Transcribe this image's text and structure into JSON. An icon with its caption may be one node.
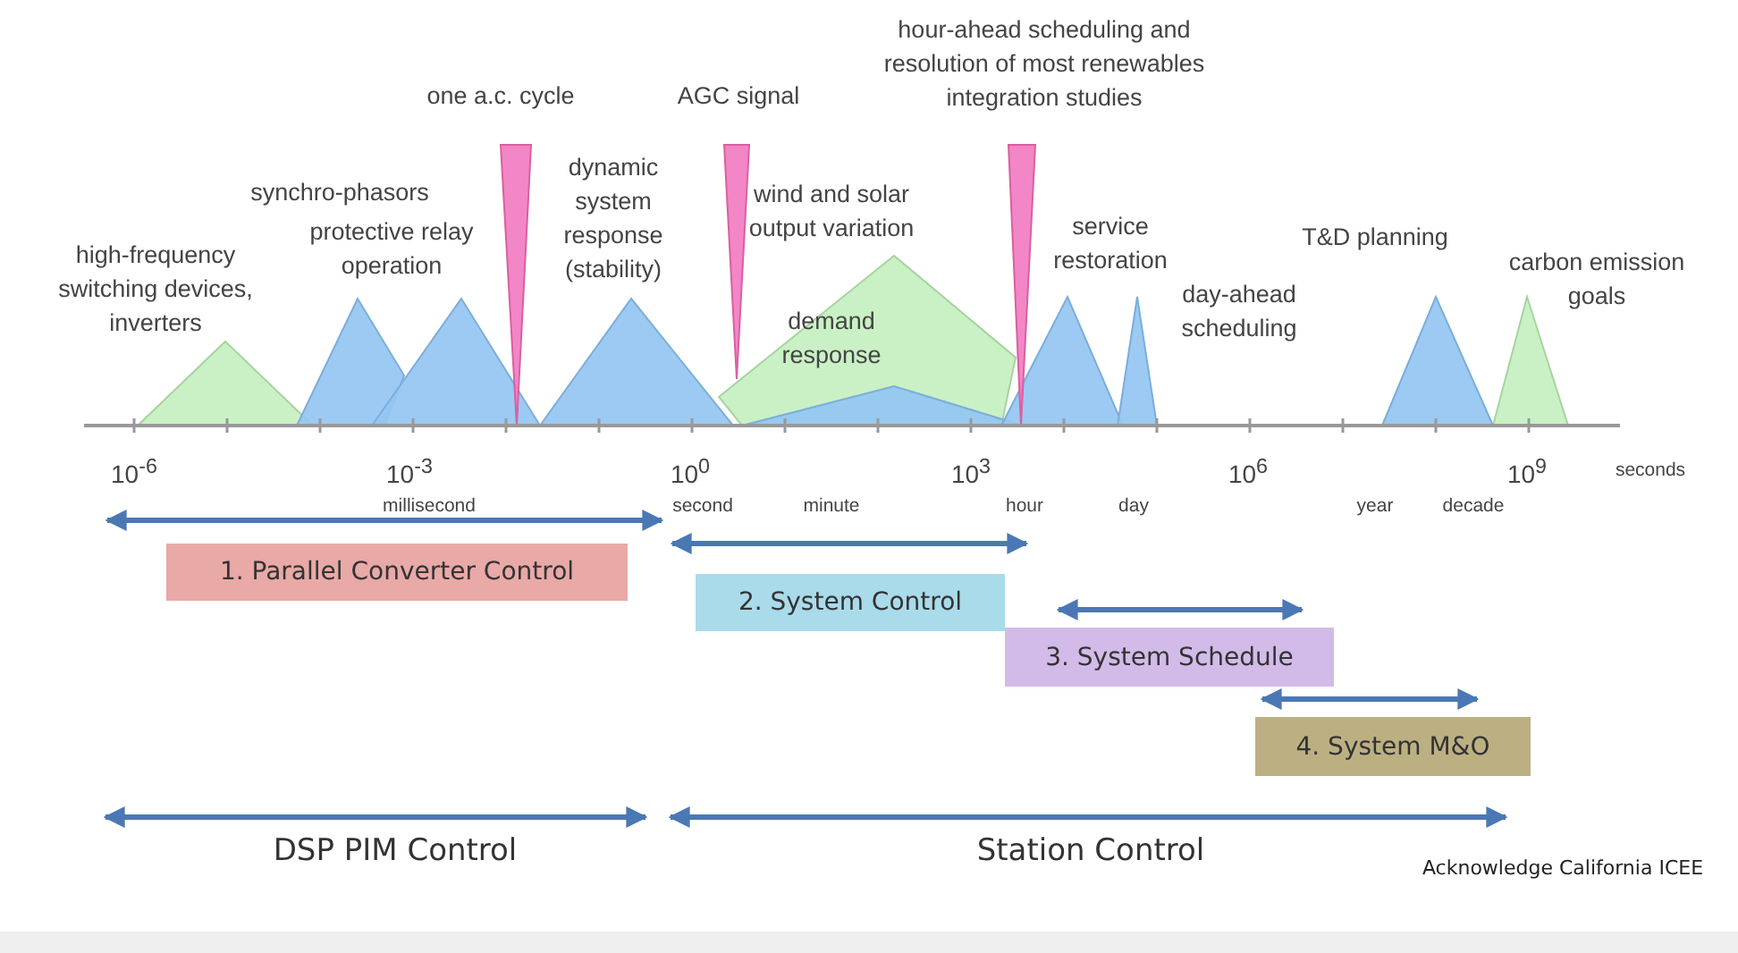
{
  "diagram": {
    "nodes": [
      {
        "text": [
          "1. Parallel Converter Control"
        ]
      },
      {
        "text": [
          "2. System Control"
        ]
      },
      {
        "text": [
          "3. System Schedule"
        ]
      },
      {
        "text": [
          "4. System M&O"
        ]
      }
    ],
    "labels": [
      "high-frequency switching devices, inverters",
      "synchro-phasors",
      "protective relay operation",
      "one a.c. cycle",
      "dynamic system response (stability)",
      "AGC signal",
      "wind and solar output variation",
      "demand response",
      "hour-ahead scheduling and resolution of most renewables integration studies",
      "service restoration",
      "day-ahead scheduling",
      "T&D planning",
      "carbon emission goals",
      "10$^{-6}$",
      "10$^{-3}$",
      "10$^{0}$",
      "10$^{3}$",
      "10$^{6}$",
      "10$^{9}$",
      "seconds",
      "millisecond",
      "second",
      "minute",
      "hour",
      "day",
      "year",
      "decade",
      "DSP PIM Control",
      "Station Control",
      "Acknowledge California ICEE"
    ]
  }
}
